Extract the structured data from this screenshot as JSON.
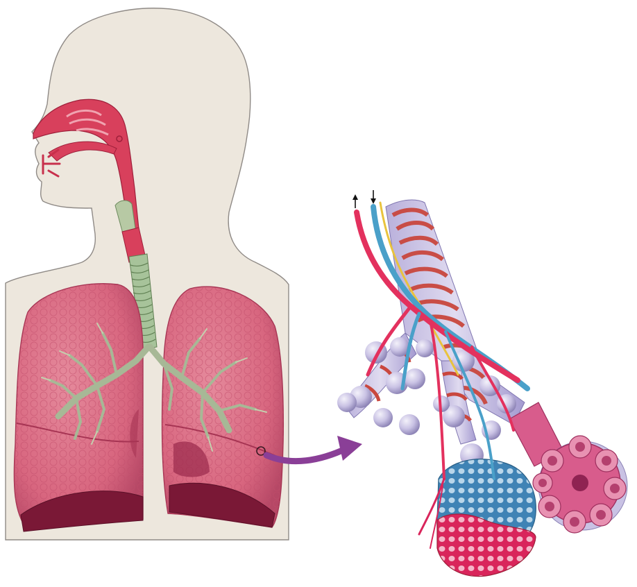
{
  "labels": [],
  "colors": {
    "body_fill": "#ede7dd",
    "body_outline": "#8f8a86",
    "airway_red": "#d8405c",
    "airway_dark": "#9e1f3a",
    "lung_pink": "#d8667f",
    "lung_shadow": "#a63453",
    "lung_cavity": "#6e1230",
    "trachea_green": "#a7c39a",
    "bronchi_green": "#b7c9a4",
    "arrow_purple": "#8a3f97",
    "artery_red": "#e3315e",
    "vein_blue": "#4aa0c9",
    "nerve_yellow": "#e9c33d",
    "muscle_red": "#d9574b",
    "alveolus_lavender": "#c9c2e4",
    "alveolar_sac_pink": "#d85c8c",
    "capillary_blue": "#3f83b5",
    "capillary_red": "#d9255b"
  },
  "flow_arrows": [
    {
      "name": "artery-up-arrow",
      "direction": "up"
    },
    {
      "name": "vein-down-arrow",
      "direction": "down"
    }
  ]
}
